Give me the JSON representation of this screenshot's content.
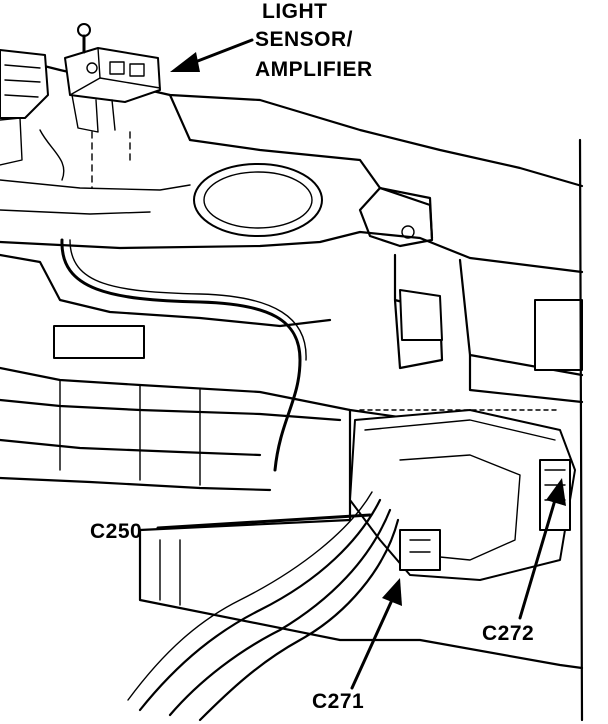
{
  "labels": {
    "light_sensor_line1": "LIGHT",
    "light_sensor_line2": "SENSOR/",
    "light_sensor_line3": "AMPLIFIER",
    "c250": "C250",
    "c271": "C271",
    "c272": "C272"
  },
  "colors": {
    "ink": "#000000",
    "paper": "#ffffff"
  }
}
